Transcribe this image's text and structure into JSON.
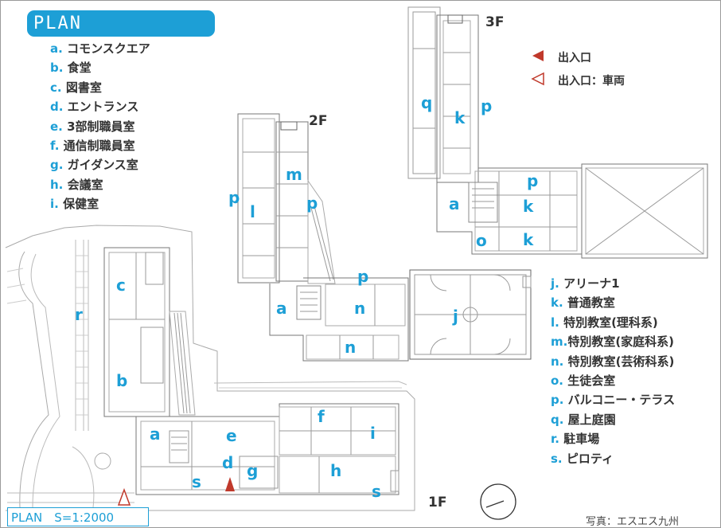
{
  "title": "PLAN",
  "scale_label": "PLAN　S=1:2000",
  "credit": "写真：エスエス九州",
  "floor_labels": {
    "f3": "3F",
    "f2": "2F",
    "f1": "1F"
  },
  "entry_legend": [
    {
      "marker": "◄",
      "text": "出入口"
    },
    {
      "marker": "◁",
      "text": "出入口：車両"
    }
  ],
  "legend_left": [
    {
      "key": "a.",
      "text": "コモンスクエア"
    },
    {
      "key": "b.",
      "text": "食堂"
    },
    {
      "key": "c.",
      "text": "図書室"
    },
    {
      "key": "d.",
      "text": "エントランス"
    },
    {
      "key": "e.",
      "text": "3部制職員室"
    },
    {
      "key": "f.",
      "text": "通信制職員室"
    },
    {
      "key": "g.",
      "text": "ガイダンス室"
    },
    {
      "key": "h.",
      "text": "会議室"
    },
    {
      "key": "i.",
      "text": "保健室"
    }
  ],
  "legend_right": [
    {
      "key": "j.",
      "text": "アリーナ1"
    },
    {
      "key": "k.",
      "text": "普通教室"
    },
    {
      "key": "l.",
      "text": "特別教室(理科系)"
    },
    {
      "key": "m.",
      "text": "特別教室(家庭科系)"
    },
    {
      "key": "n.",
      "text": "特別教室(芸術科系)"
    },
    {
      "key": "o.",
      "text": "生徒会室"
    },
    {
      "key": "p.",
      "text": "バルコニー・テラス"
    },
    {
      "key": "q.",
      "text": "屋上庭園"
    },
    {
      "key": "r.",
      "text": "駐車場"
    },
    {
      "key": "s.",
      "text": "ピロティ"
    }
  ],
  "map_labels": {
    "f3_q": "q",
    "f3_k1": "k",
    "f3_p1": "p",
    "f3_p2": "p",
    "f3_a": "a",
    "f3_k2": "k",
    "f3_o": "o",
    "f3_k3": "k",
    "f2_m": "m",
    "f2_p1": "p",
    "f2_l": "l",
    "f2_p2": "p",
    "f2_p3": "p",
    "f2_a": "a",
    "f2_n1": "n",
    "f2_j": "j",
    "f2_n2": "n",
    "f1_c": "c",
    "f1_r": "r",
    "f1_b": "b",
    "f1_a": "a",
    "f1_e": "e",
    "f1_f": "f",
    "f1_i": "i",
    "f1_d": "d",
    "f1_s1": "s",
    "f1_g": "g",
    "f1_h": "h",
    "f1_s2": "s"
  },
  "colors": {
    "accent": "#1d9fd6",
    "entrance": "#c0392b"
  }
}
